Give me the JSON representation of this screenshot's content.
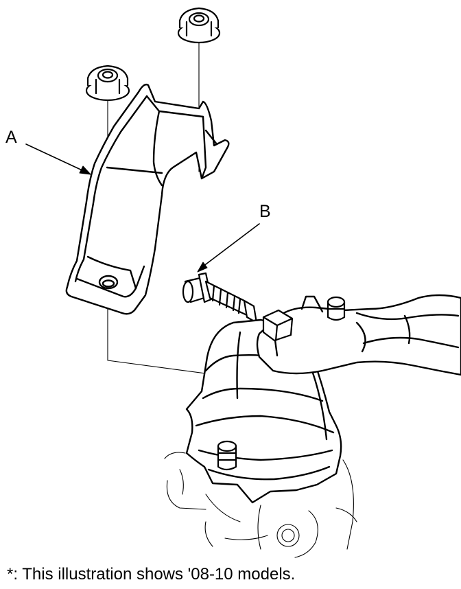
{
  "callouts": {
    "a": "A",
    "b": "B"
  },
  "caption": "*: This illustration shows '08-10 models.",
  "colors": {
    "line": "#000000",
    "background": "#ffffff"
  }
}
